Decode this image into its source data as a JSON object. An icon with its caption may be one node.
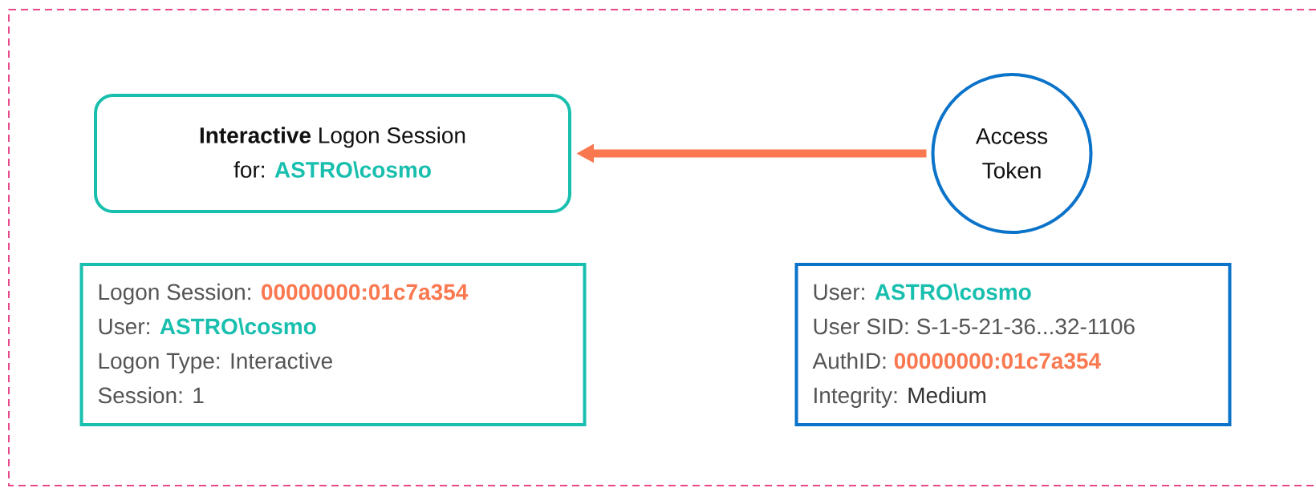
{
  "diagram": {
    "nodes": [
      {
        "text": [
          "**Interactive** Logon Session",
          "for:",
          "ASTRO\\cosmo"
        ]
      },
      {
        "text": [
          "Access Token"
        ]
      },
      {
        "text": [
          "Logon Session:",
          "00000000:01c7a354",
          "User:",
          "ASTRO\\cosmo",
          "Logon Type:",
          "Interactive",
          "Session:",
          "1"
        ]
      },
      {
        "text": [
          "User:",
          "ASTRO\\cosmo",
          "User SID:",
          "S-1-5-21-36...32-1106",
          "AuthID:",
          "00000000:01c7a354",
          "Integrity:",
          "Medium"
        ]
      }
    ],
    "edges": [
      {
        "from": 1,
        "to": 0,
        "arrow": "to",
        "color": "#f97850"
      }
    ]
  }
}
